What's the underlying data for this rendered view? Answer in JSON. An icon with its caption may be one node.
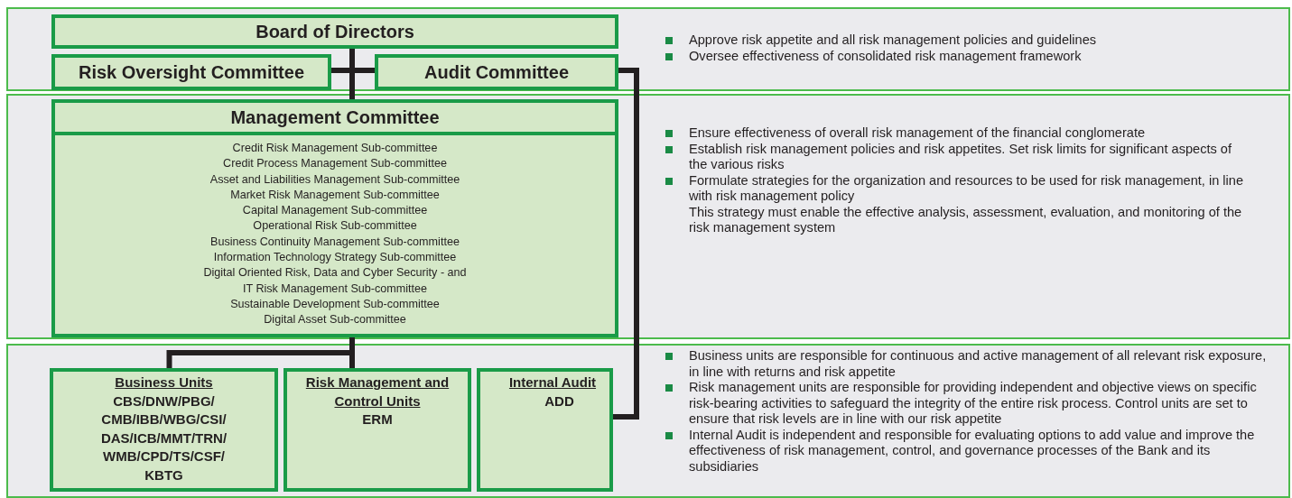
{
  "diagram": {
    "nodes": [
      {
        "text": [
          "Approve risk appetite and all risk management policies and guidelines",
          "Oversee effectiveness of consolidated risk management framework"
        ]
      },
      {
        "text": [
          "Board of Directors"
        ],
        "in": 0
      },
      {
        "text": [
          "Risk Oversight Committee"
        ],
        "in": 0
      },
      {
        "text": [
          "Audit Committee"
        ],
        "in": 0
      },
      {
        "text": [
          "Ensure effectiveness of overall risk management of the financial conglomerate",
          "Establish risk management policies and risk appetites. Set risk limits for significant aspects of the various risks",
          "Formulate strategies for the organization and resources to be used for risk management, in line with risk management policy",
          "This strategy must enable the effective analysis, assessment, evaluation, and monitoring of the risk management system"
        ]
      },
      {
        "text": [
          "Management Committee",
          "Credit Risk Management Sub-committee",
          "Credit Process Management Sub-committee",
          "Asset and Liabilities Management Sub-committee",
          "Market Risk Management Sub-committee",
          "Capital Management Sub-committee",
          "Operational Risk Sub-committee",
          "Business Continuity Management Sub-committee",
          "Information Technology Strategy Sub-committee",
          "Digital Oriented Risk, Data and Cyber Security - and IT Risk Management Sub-committee",
          "Sustainable Development Sub-committee",
          "Digital Asset Sub-committee"
        ],
        "in": 4
      },
      {
        "text": [
          "Business units are responsible for continuous and active management of all relevant risk exposure, in line with returns and risk appetite",
          "Risk management units are responsible for providing independent and objective views on specific risk-bearing activities to safeguard the integrity of the entire risk process. Control units are set to ensure that risk levels are in line with our risk appetite",
          "Internal Audit is independent and responsible for evaluating options to add value and improve the effectiveness of risk management, control, and governance processes of the Bank and its subsidiaries"
        ]
      },
      {
        "text": [
          "Business Units",
          "CBS/DNW/PBG/ CMB/IBB/WBG/CSI/ DAS/ICB/MMT/TRN/ WMB/CPD/TS/CSF/ KBTG"
        ],
        "in": 6
      },
      {
        "text": [
          "Risk Management and Control Units",
          "ERM"
        ],
        "in": 6
      },
      {
        "text": [
          "Internal Audit",
          "ADD"
        ],
        "in": 6
      }
    ],
    "edges": [
      {
        "from": 1,
        "to": 5,
        "arrow": "none"
      },
      {
        "from": 2,
        "to": 3,
        "arrow": "none"
      },
      {
        "from": 5,
        "to": 7,
        "arrow": "none"
      },
      {
        "from": 5,
        "to": 8,
        "arrow": "none"
      },
      {
        "from": 3,
        "to": 9,
        "arrow": "none"
      }
    ]
  }
}
